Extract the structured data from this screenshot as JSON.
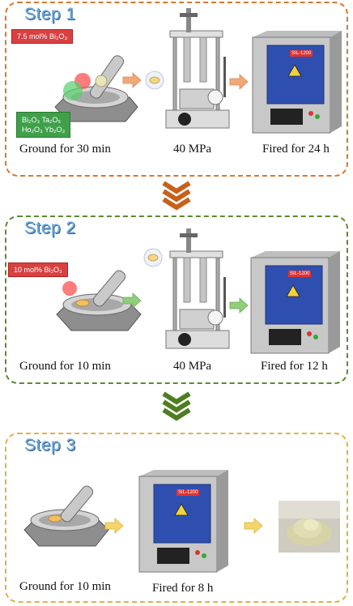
{
  "step1": {
    "title": "Step 1",
    "dopant_tag": "7.5 mol% Bi₂O₃",
    "reagents_line1": "Bi₂O₃   Ta₂O₅",
    "reagents_line2": "Ho₂O₃  Yb₂O₃",
    "caption_grind": "Ground for 30 min",
    "caption_press": "40 MPa",
    "caption_fire": "Fired for 24 h",
    "furnace_label": "SIL-1200"
  },
  "step2": {
    "title": "Step 2",
    "dopant_tag": "10 mol% Bi₂O₃",
    "caption_grind": "Ground for 10 min",
    "caption_press": "40 MPa",
    "caption_fire": "Fired for 12 h",
    "furnace_label": "SIL-1200"
  },
  "step3": {
    "title": "Step 3",
    "caption_grind": "Ground for 10 min",
    "caption_fire": "Fired for 8 h",
    "furnace_label": "SIL-1200"
  },
  "colors": {
    "step1_border": "#d9772b",
    "step2_border": "#5c8a2e",
    "step3_border": "#e0b04a",
    "chevron_orange": "#c8601a",
    "chevron_green": "#4e7d22",
    "arrow_orange": "#f0a878",
    "arrow_green": "#8fce7a",
    "arrow_yellow": "#f5d46a",
    "furnace_door": "#2f4fb0"
  }
}
